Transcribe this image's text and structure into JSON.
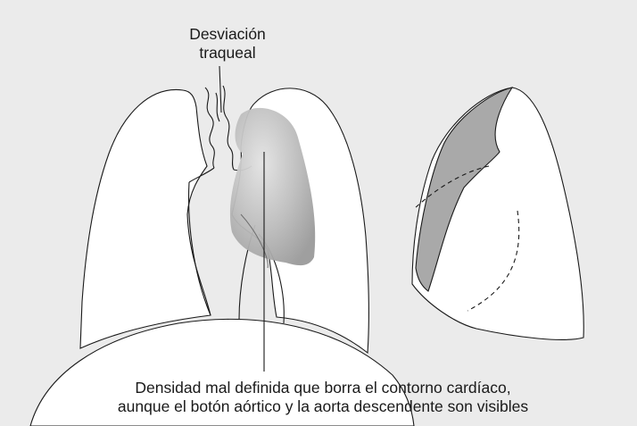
{
  "labels": {
    "tracheal_deviation": [
      "Desviación",
      "traqueal"
    ],
    "density_note": [
      "Densidad mal definida que borra el contorno cardíaco,",
      "aunque el botón aórtico y la aorta descendente son visibles"
    ]
  },
  "colors": {
    "background": "#ebebeb",
    "lung_fill": "#ffffff",
    "outline": "#1a1a1a",
    "opacity_shade": "#a9a9a9"
  }
}
